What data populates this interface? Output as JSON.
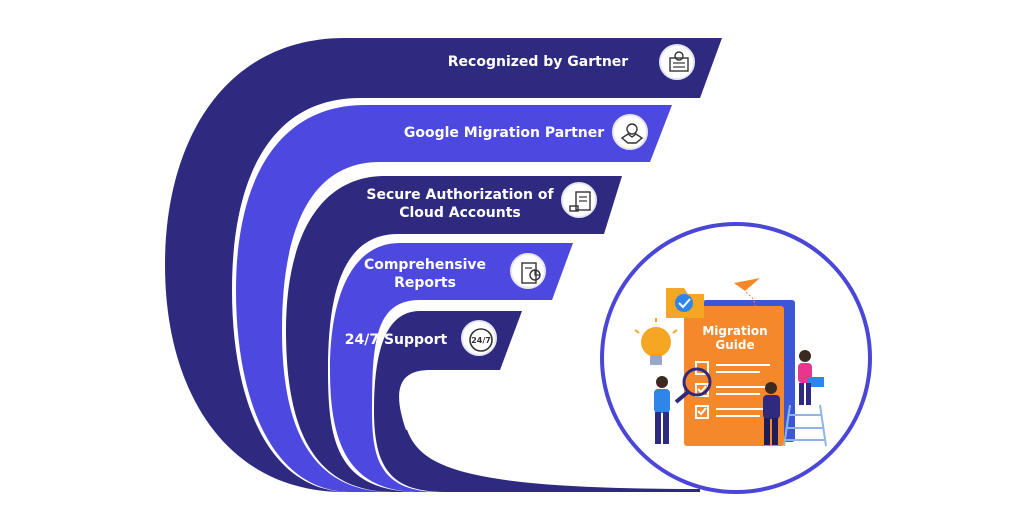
{
  "features": [
    {
      "label": "Recognized by Gartner",
      "icon": "certificate-icon"
    },
    {
      "label": "Google Migration Partner",
      "icon": "handshake-gear-icon"
    },
    {
      "label": "Secure Authorization of",
      "label2": "Cloud Accounts",
      "icon": "signed-document-icon"
    },
    {
      "label": "Comprehensive",
      "label2": "Reports",
      "icon": "report-chart-icon"
    },
    {
      "label": "24/7 Support",
      "icon": "24-7-clock-icon"
    }
  ],
  "illustration": {
    "guide_title": "Migration",
    "guide_title2": "Guide"
  },
  "colors": {
    "dark_navy": "#2d2a80",
    "bright_blue": "#4d49e0",
    "orange": "#f5882a",
    "circle_border": "#4a46d8"
  }
}
